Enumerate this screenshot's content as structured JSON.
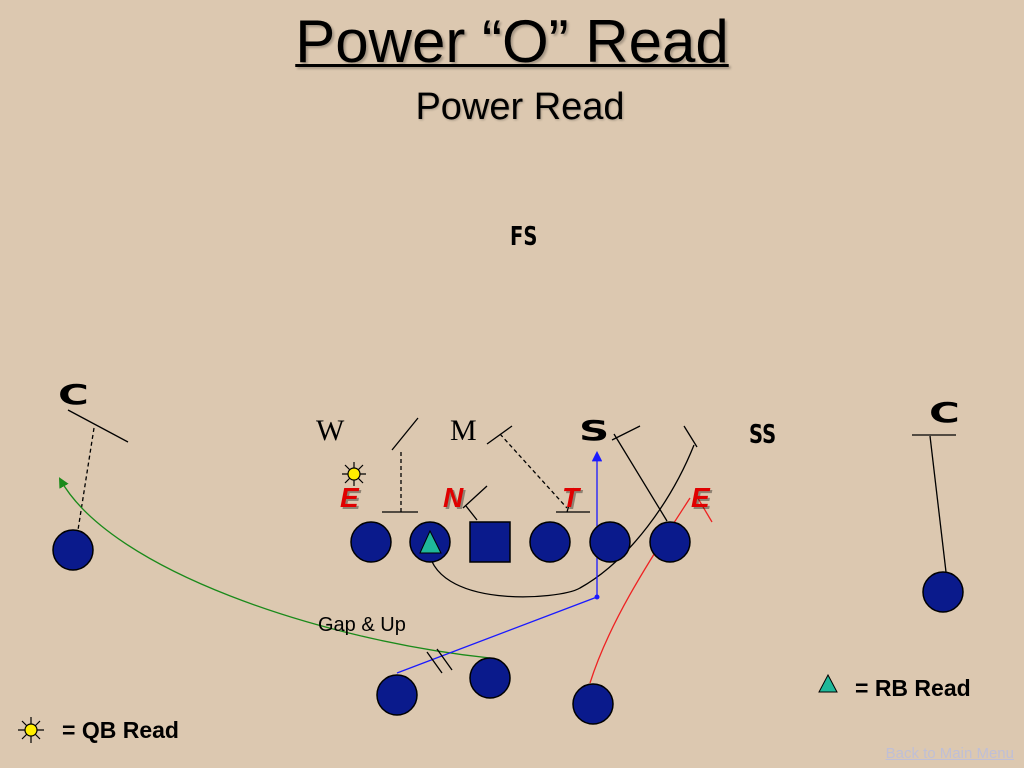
{
  "header": {
    "title": "Power “O” Read",
    "subtitle": "Power Read"
  },
  "defense": {
    "free_safety": "FS",
    "corner_left": "C",
    "corner_right": "C",
    "will": "W",
    "mike": "M",
    "sam": "S",
    "strong_safety": "SS"
  },
  "defensive_line": {
    "end_left": "E",
    "nose": "N",
    "tackle": "T",
    "end_right": "E"
  },
  "annotations": {
    "gap_label": "Gap & Up"
  },
  "legend": {
    "rb_read": "= RB Read",
    "qb_read": "= QB Read"
  },
  "footer": {
    "back_link": "Back to Main Menu"
  },
  "colors": {
    "background": "#dcc8b0",
    "player_fill": "#0a1a8c",
    "rb_read_marker": "#1fb89a",
    "qb_read_marker": "#ffee00",
    "defensive_line_letters": "#e00000",
    "route_green": "#1a8a1a",
    "route_blue": "#1a1aff",
    "route_red": "#ee2222"
  }
}
